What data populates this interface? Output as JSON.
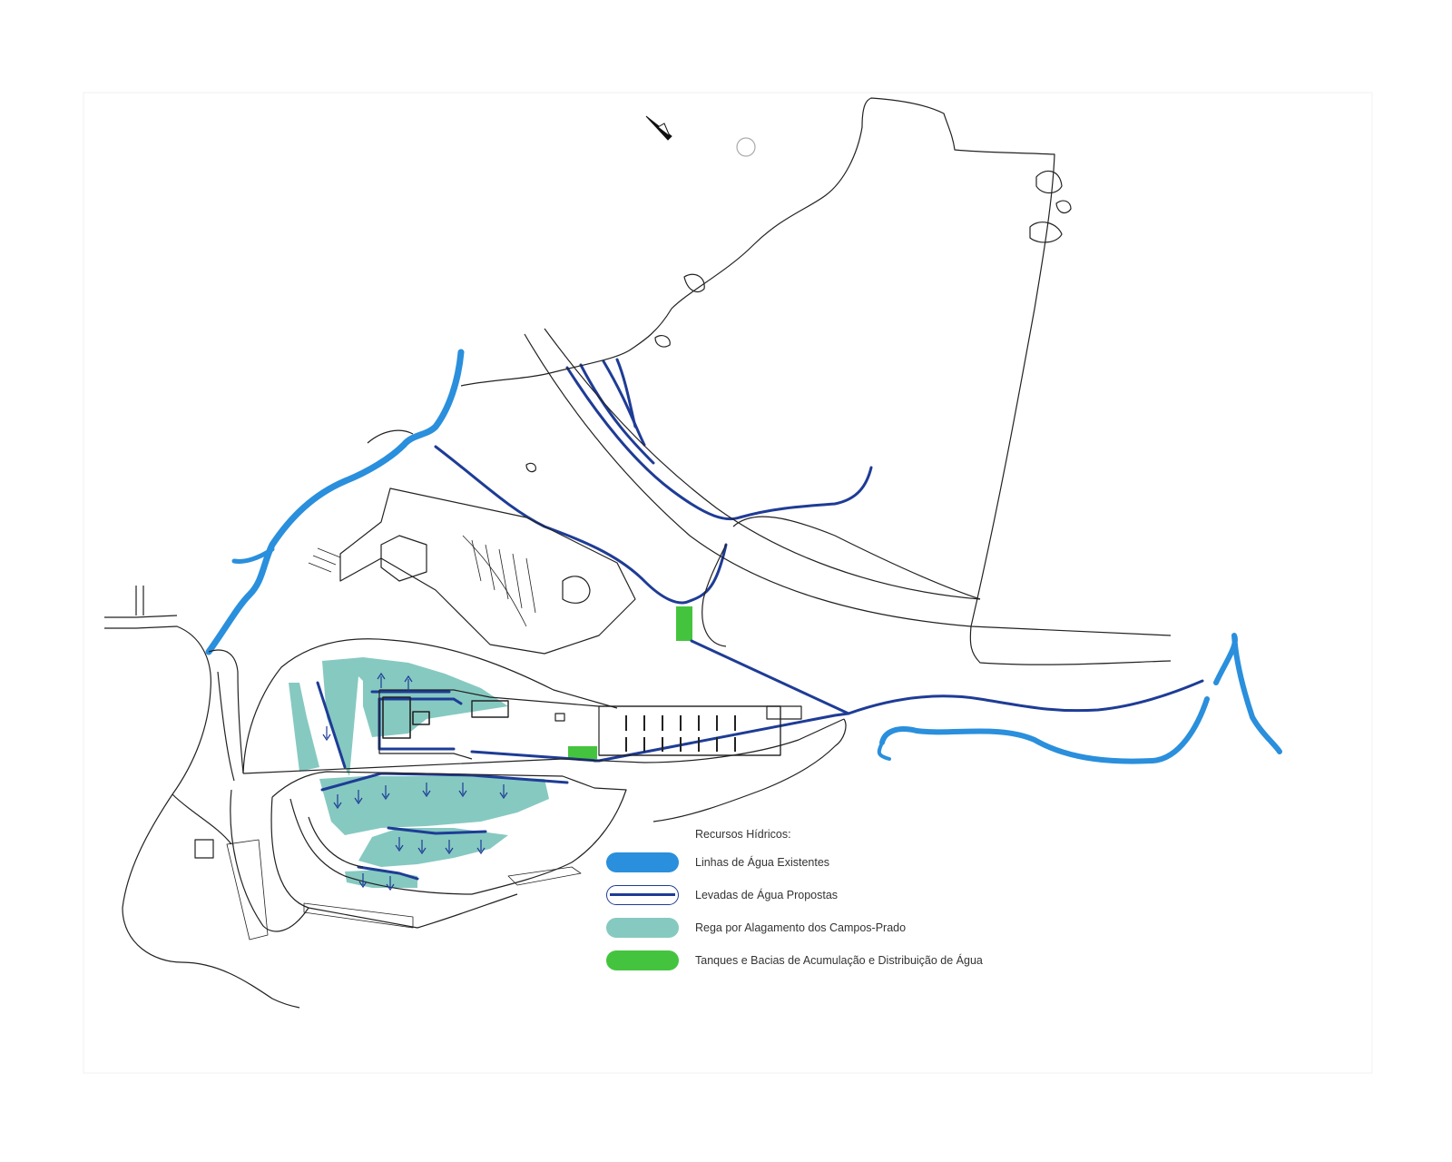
{
  "legend": {
    "title": "Recursos Hídricos:",
    "items": [
      {
        "key": "existing",
        "label": "Linhas de Água Existentes",
        "color": "#2a8fdc",
        "style": "fill"
      },
      {
        "key": "proposed",
        "label": "Levadas de Água Propostas",
        "color": "#1e3c96",
        "style": "line"
      },
      {
        "key": "irrigation",
        "label": "Rega por Alagamento dos Campos-Prado",
        "color": "#86c9c1",
        "style": "fill"
      },
      {
        "key": "tanks",
        "label": "Tanques e Bacias de Acumulação e Distribuição de Água",
        "color": "#44c43e",
        "style": "fill"
      }
    ]
  },
  "colors": {
    "outline": "#222222",
    "existing_water": "#2a8fdc",
    "proposed_levada": "#1e3c96",
    "irrigation": "#86c9c1",
    "tank": "#44c43e"
  },
  "icons": {
    "north_arrow": "north-arrow-icon"
  }
}
